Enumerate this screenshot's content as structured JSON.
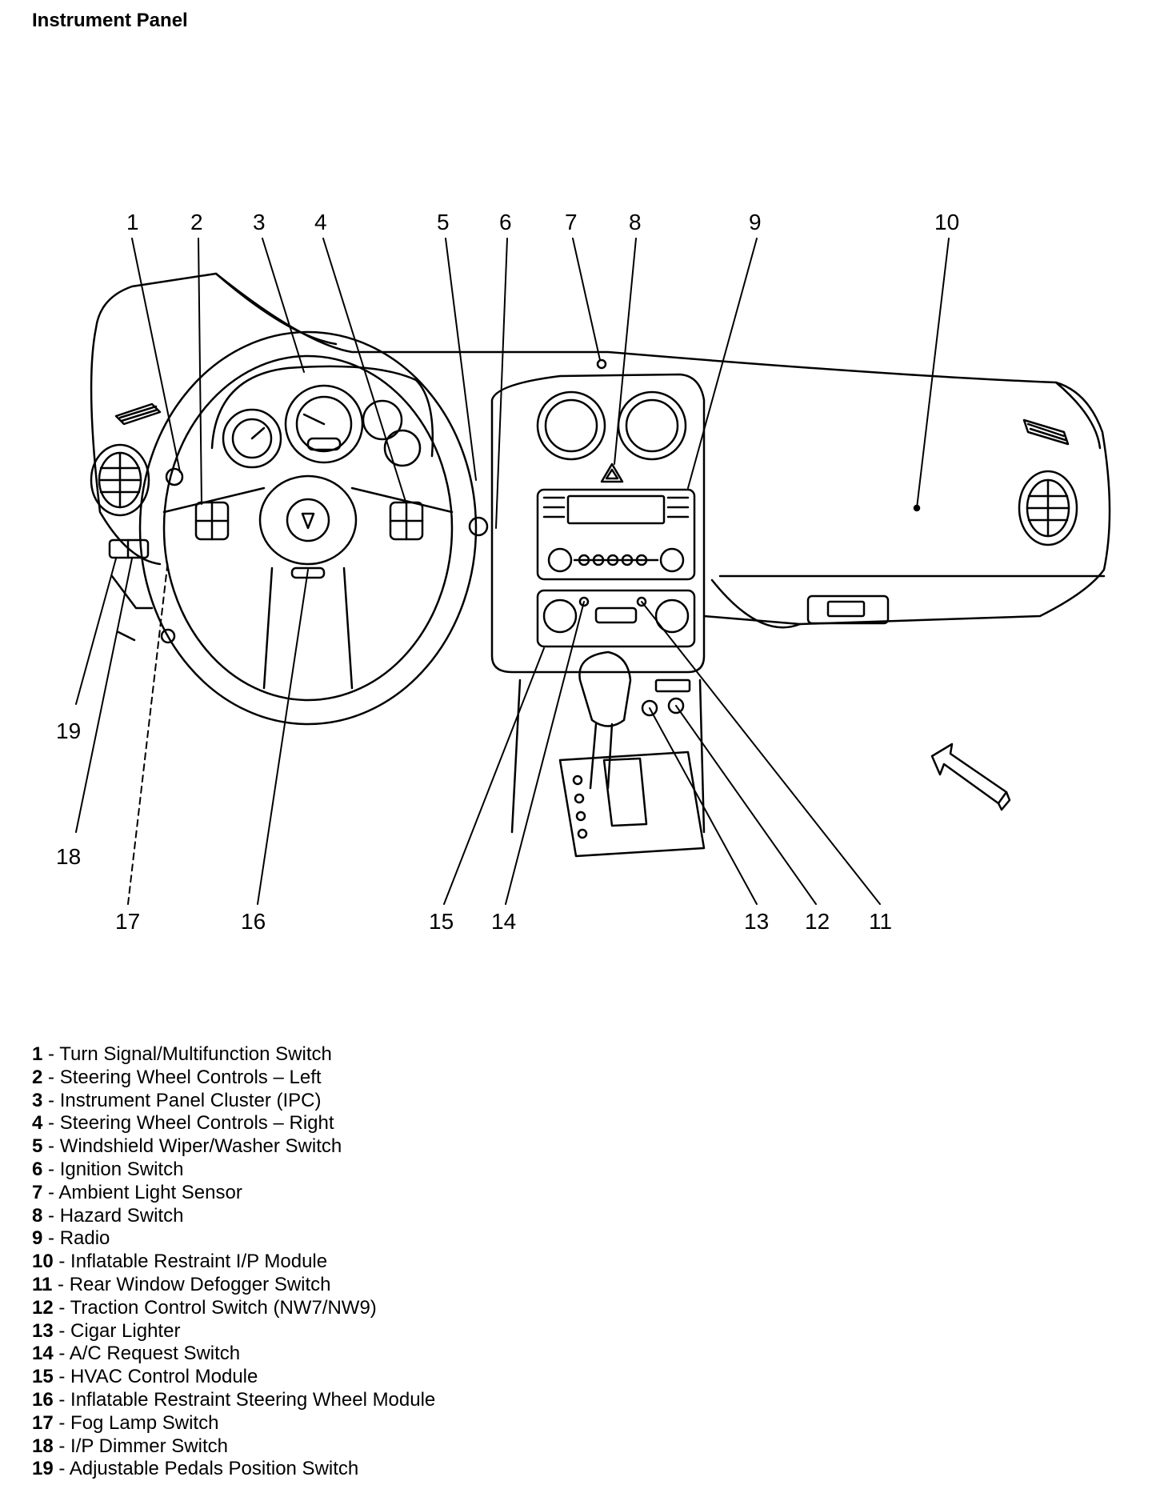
{
  "title": "Instrument Panel",
  "callouts": {
    "c1": "1",
    "c2": "2",
    "c3": "3",
    "c4": "4",
    "c5": "5",
    "c6": "6",
    "c7": "7",
    "c8": "8",
    "c9": "9",
    "c10": "10",
    "c11": "11",
    "c12": "12",
    "c13": "13",
    "c14": "14",
    "c15": "15",
    "c16": "16",
    "c17": "17",
    "c18": "18",
    "c19": "19"
  },
  "legend": [
    {
      "num": "1",
      "text": " - Turn Signal/Multifunction Switch"
    },
    {
      "num": "2",
      "text": " - Steering Wheel Controls – Left"
    },
    {
      "num": "3",
      "text": " - Instrument Panel Cluster (IPC)"
    },
    {
      "num": "4",
      "text": " - Steering Wheel Controls – Right"
    },
    {
      "num": "5",
      "text": " - Windshield Wiper/Washer Switch"
    },
    {
      "num": "6",
      "text": " - Ignition Switch"
    },
    {
      "num": "7",
      "text": " - Ambient Light Sensor"
    },
    {
      "num": "8",
      "text": " - Hazard Switch"
    },
    {
      "num": "9",
      "text": " - Radio"
    },
    {
      "num": "10",
      "text": " - Inflatable Restraint I/P Module"
    },
    {
      "num": "11",
      "text": " - Rear Window Defogger Switch"
    },
    {
      "num": "12",
      "text": " - Traction Control Switch (NW7/NW9)"
    },
    {
      "num": "13",
      "text": " - Cigar Lighter"
    },
    {
      "num": "14",
      "text": " - A/C Request Switch"
    },
    {
      "num": "15",
      "text": " - HVAC Control Module"
    },
    {
      "num": "16",
      "text": " - Inflatable Restraint Steering Wheel Module"
    },
    {
      "num": "17",
      "text": " - Fog Lamp Switch"
    },
    {
      "num": "18",
      "text": " - I/P Dimmer Switch"
    },
    {
      "num": "19",
      "text": " - Adjustable Pedals Position Switch"
    }
  ]
}
